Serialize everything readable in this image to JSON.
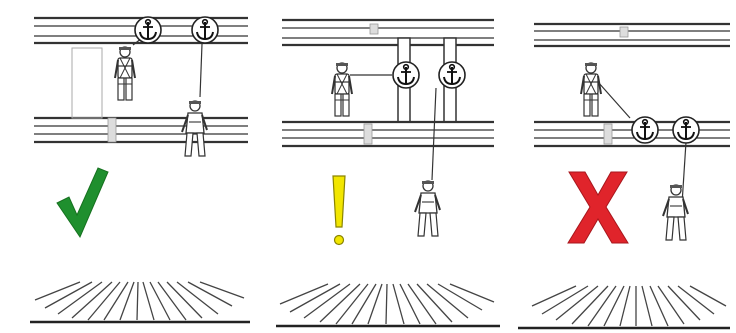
{
  "panels": [
    {
      "verdict": "correct",
      "verdict_color": "#1f8f2e",
      "anchor_icon": "anchor-icon"
    },
    {
      "verdict": "caution",
      "verdict_color": "#f2e600",
      "anchor_icon": "anchor-icon"
    },
    {
      "verdict": "wrong",
      "verdict_color": "#e0242b",
      "anchor_icon": "anchor-icon"
    }
  ],
  "anchor_glyph": "⚓"
}
